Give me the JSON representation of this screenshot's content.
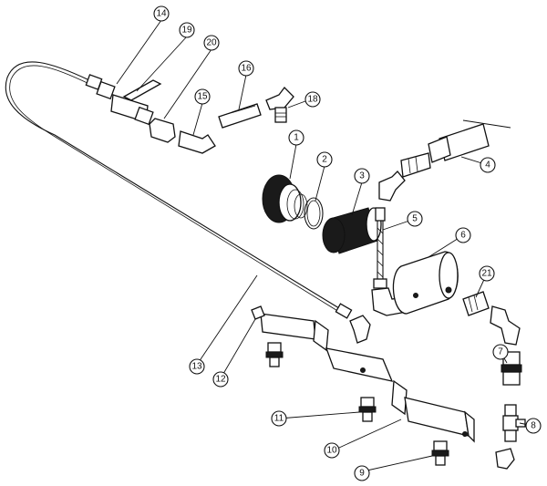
{
  "callouts": [
    {
      "label": "1"
    },
    {
      "label": "2"
    },
    {
      "label": "3"
    },
    {
      "label": "4"
    },
    {
      "label": "5"
    },
    {
      "label": "6"
    },
    {
      "label": "7"
    },
    {
      "label": "8"
    },
    {
      "label": "9"
    },
    {
      "label": "10"
    },
    {
      "label": "11"
    },
    {
      "label": "12"
    },
    {
      "label": "13"
    },
    {
      "label": "14"
    },
    {
      "label": "15"
    },
    {
      "label": "16"
    },
    {
      "label": "18"
    },
    {
      "label": "19"
    },
    {
      "label": "20"
    },
    {
      "label": "21"
    }
  ]
}
